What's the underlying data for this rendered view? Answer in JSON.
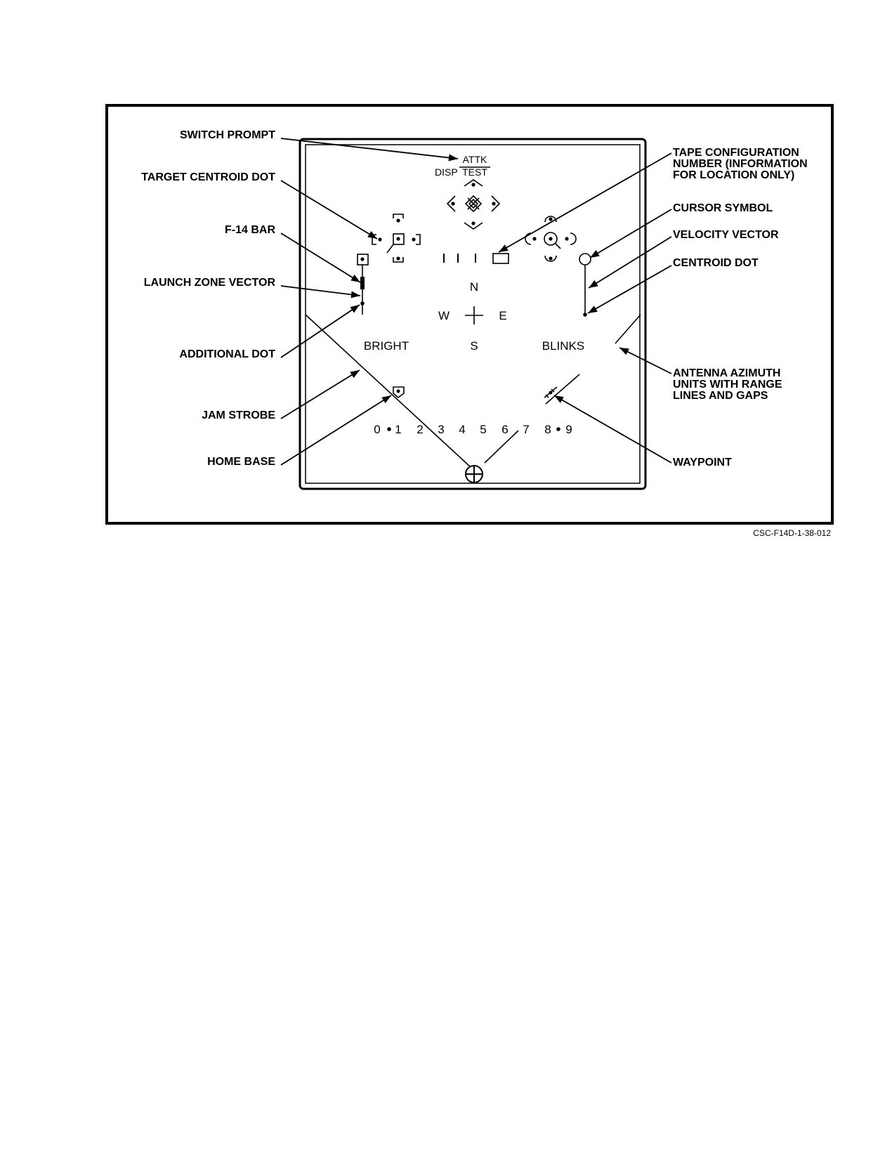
{
  "callouts": {
    "switch_prompt": "SWITCH PROMPT",
    "target_centroid_dot": "TARGET CENTROID DOT",
    "f14_bar": "F-14 BAR",
    "launch_zone_vector": "LAUNCH ZONE VECTOR",
    "additional_dot": "ADDITIONAL DOT",
    "jam_strobe": "JAM STROBE",
    "home_base": "HOME BASE",
    "tape_config_1": "TAPE CONFIGURATION",
    "tape_config_2": "NUMBER (INFORMATION",
    "tape_config_3": "FOR LOCATION ONLY)",
    "cursor_symbol": "CURSOR SYMBOL",
    "velocity_vector": "VELOCITY VECTOR",
    "centroid_dot": "CENTROID DOT",
    "antenna_1": "ANTENNA AZIMUTH",
    "antenna_2": "UNITS WITH RANGE",
    "antenna_3": "LINES AND GAPS",
    "waypoint": "WAYPOINT"
  },
  "display": {
    "prompt_top": "ATTK",
    "prompt_left": "DISP",
    "prompt_bottom": "TEST",
    "compass_n": "N",
    "compass_w": "W",
    "compass_e": "E",
    "compass_s": "S",
    "bright": "BRIGHT",
    "blinks": "BLINKS",
    "digits": [
      "0",
      "1",
      "2",
      "3",
      "4",
      "5",
      "6",
      "7",
      "8",
      "9"
    ]
  },
  "figure_id": "CSC-F14D-1-38-012",
  "icons": [
    "home-base-icon",
    "waypoint-icon",
    "cursor-symbol-icon",
    "crosshair-icon",
    "compass-cross-icon"
  ]
}
